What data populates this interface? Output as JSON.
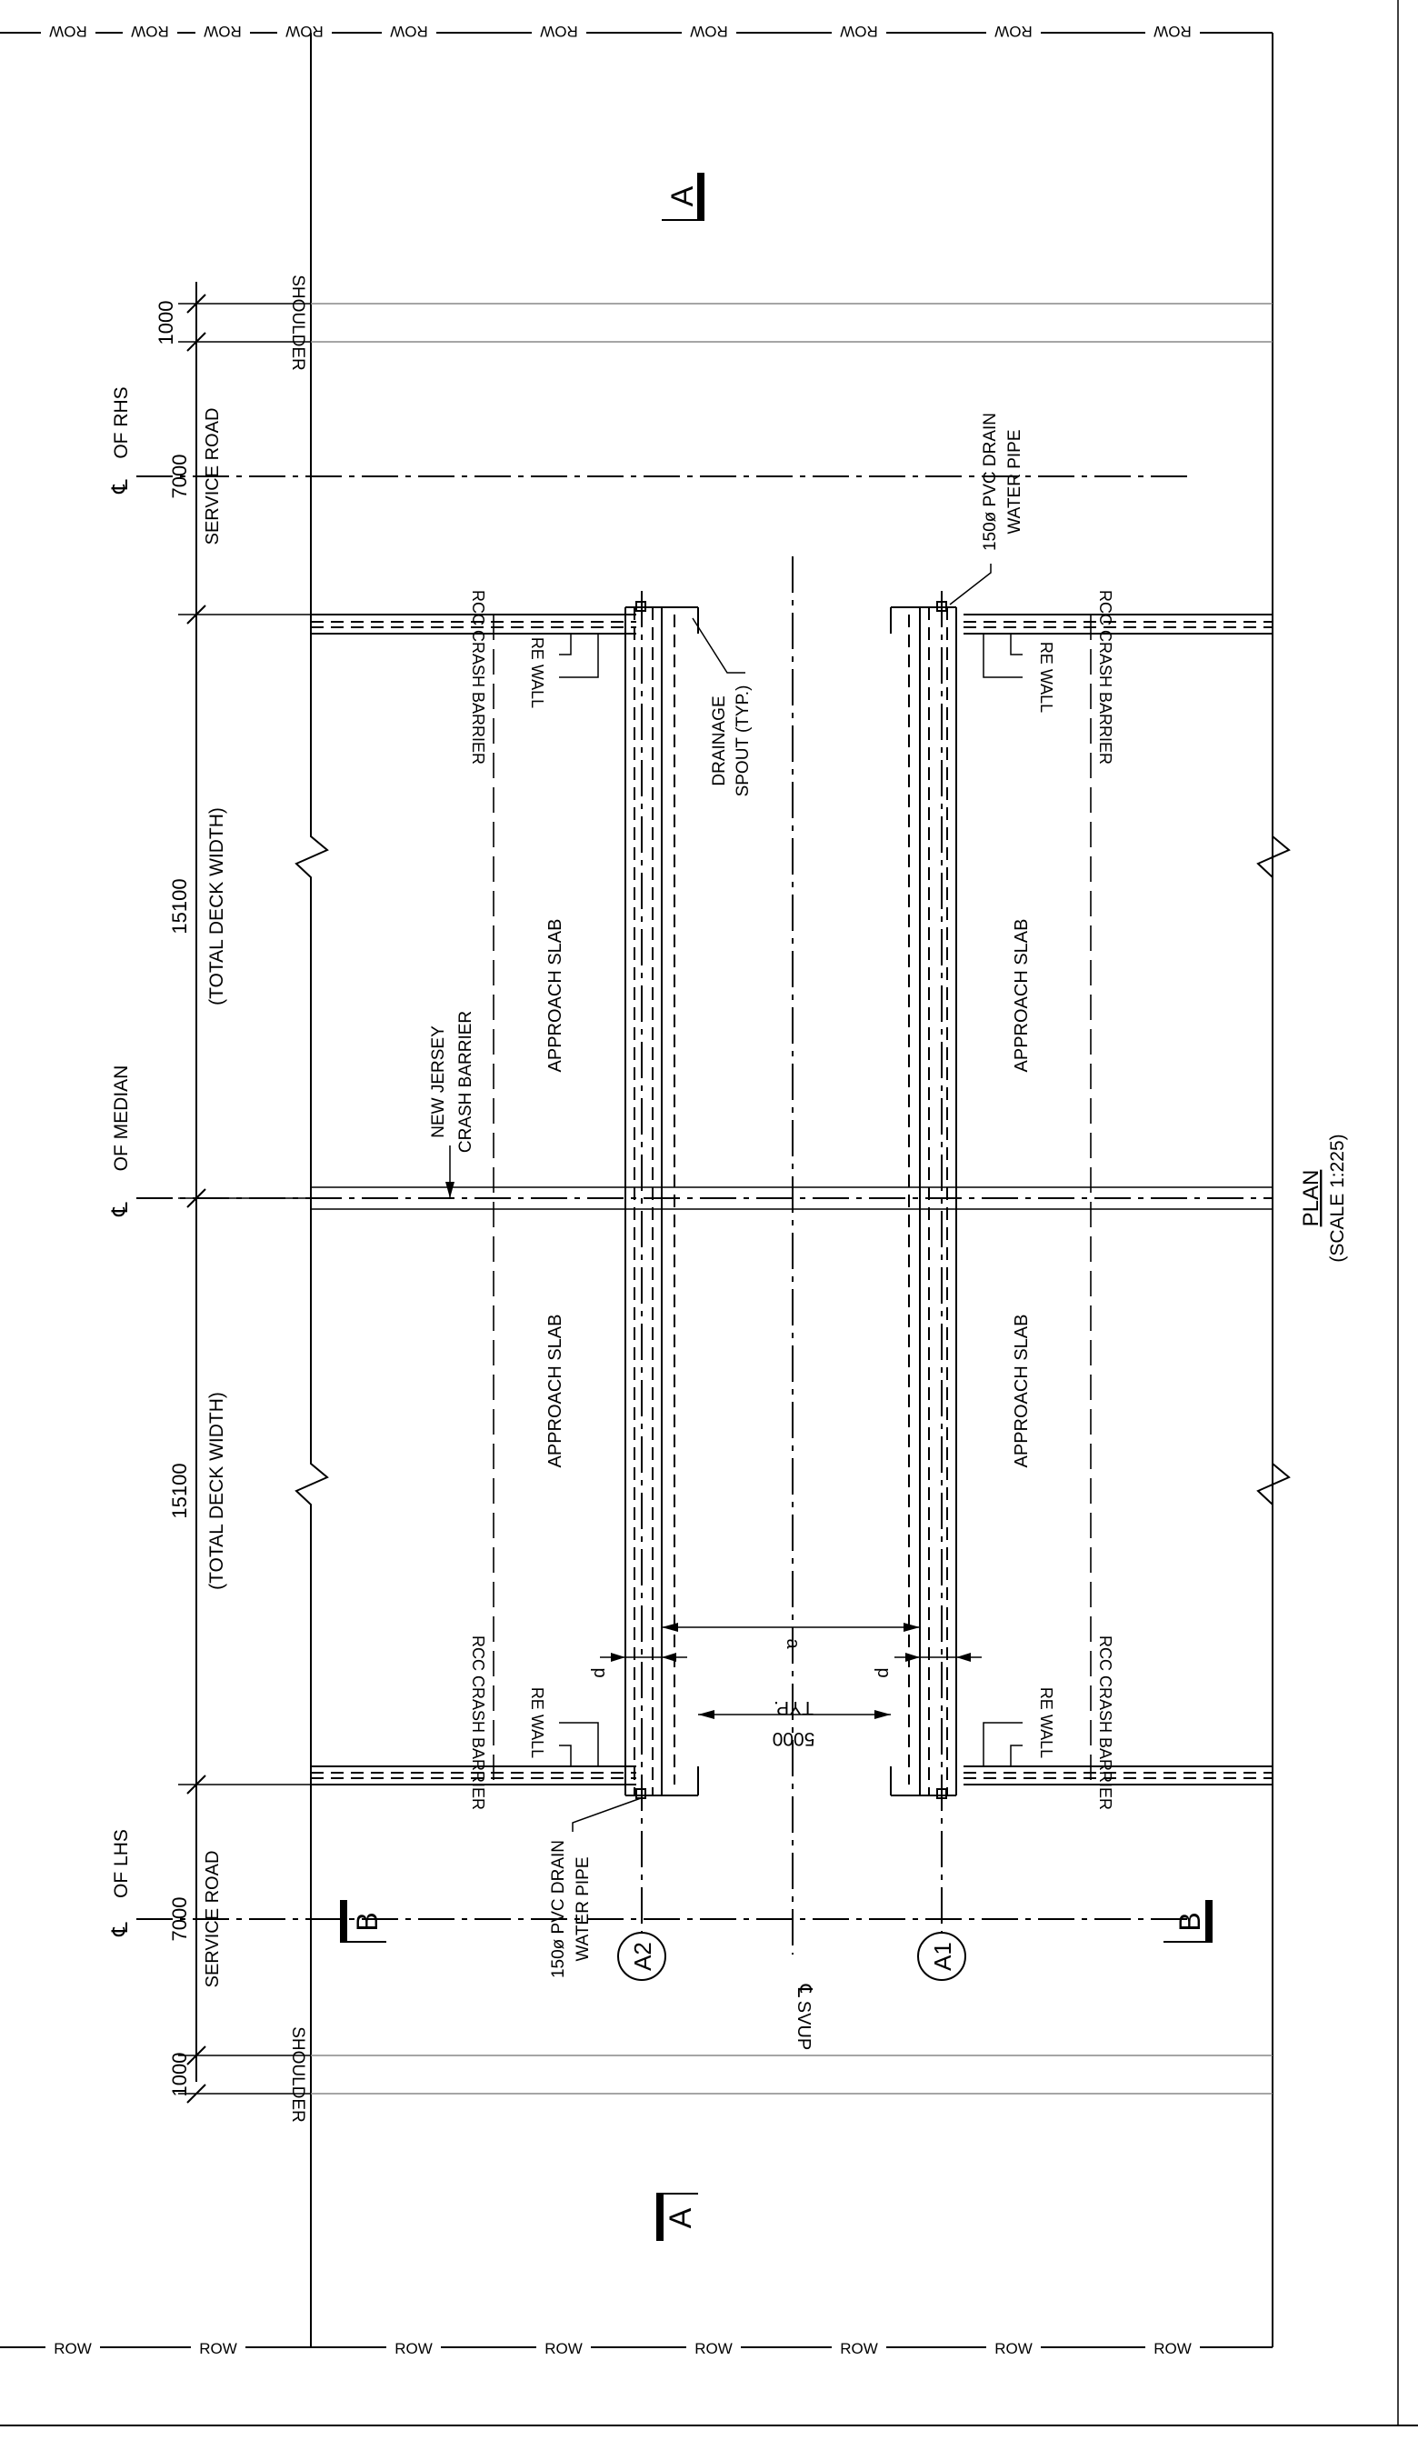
{
  "plan": {
    "title": "PLAN",
    "scale": "(SCALE 1:225)"
  },
  "row": {
    "label": "ROW"
  },
  "sections": {
    "a_top": "A",
    "a_bottom": "A",
    "b_left": "B",
    "b_right": "B"
  },
  "dimensions": {
    "shoulder_rhs": "1000",
    "service_rhs": "7000",
    "deck_upper": "15100",
    "deck_lower": "15100",
    "service_lhs": "7000",
    "shoulder_lhs": "1000",
    "total_deck_width": "(TOTAL DECK WIDTH)",
    "d_left": "p",
    "d_right": "p",
    "d_mid": "a",
    "typ_5000": "5000",
    "typ_label": "TYP."
  },
  "labels": {
    "shoulder": "SHOULDER",
    "service_road": "SERVICE ROAD",
    "cl_rhs": "OF RHS",
    "cl_lhs": "OF LHS",
    "cl_median": "OF MEDIAN",
    "approach_slab": "APPROACH SLAB",
    "new_jersey_1": "NEW JERSEY",
    "new_jersey_2": "CRASH BARRIER",
    "re_wall": "RE WALL",
    "rcc_crash_barrier": "RCC CRASH BARRIER",
    "drainage_1": "DRAINAGE",
    "drainage_2": "SPOUT (TYP.)",
    "pvc_1": "150ø PVC DRAIN",
    "pvc_2": "WATER PIPE",
    "axis_a1": "A1",
    "axis_a2": "A2",
    "svup": "SVUP"
  }
}
